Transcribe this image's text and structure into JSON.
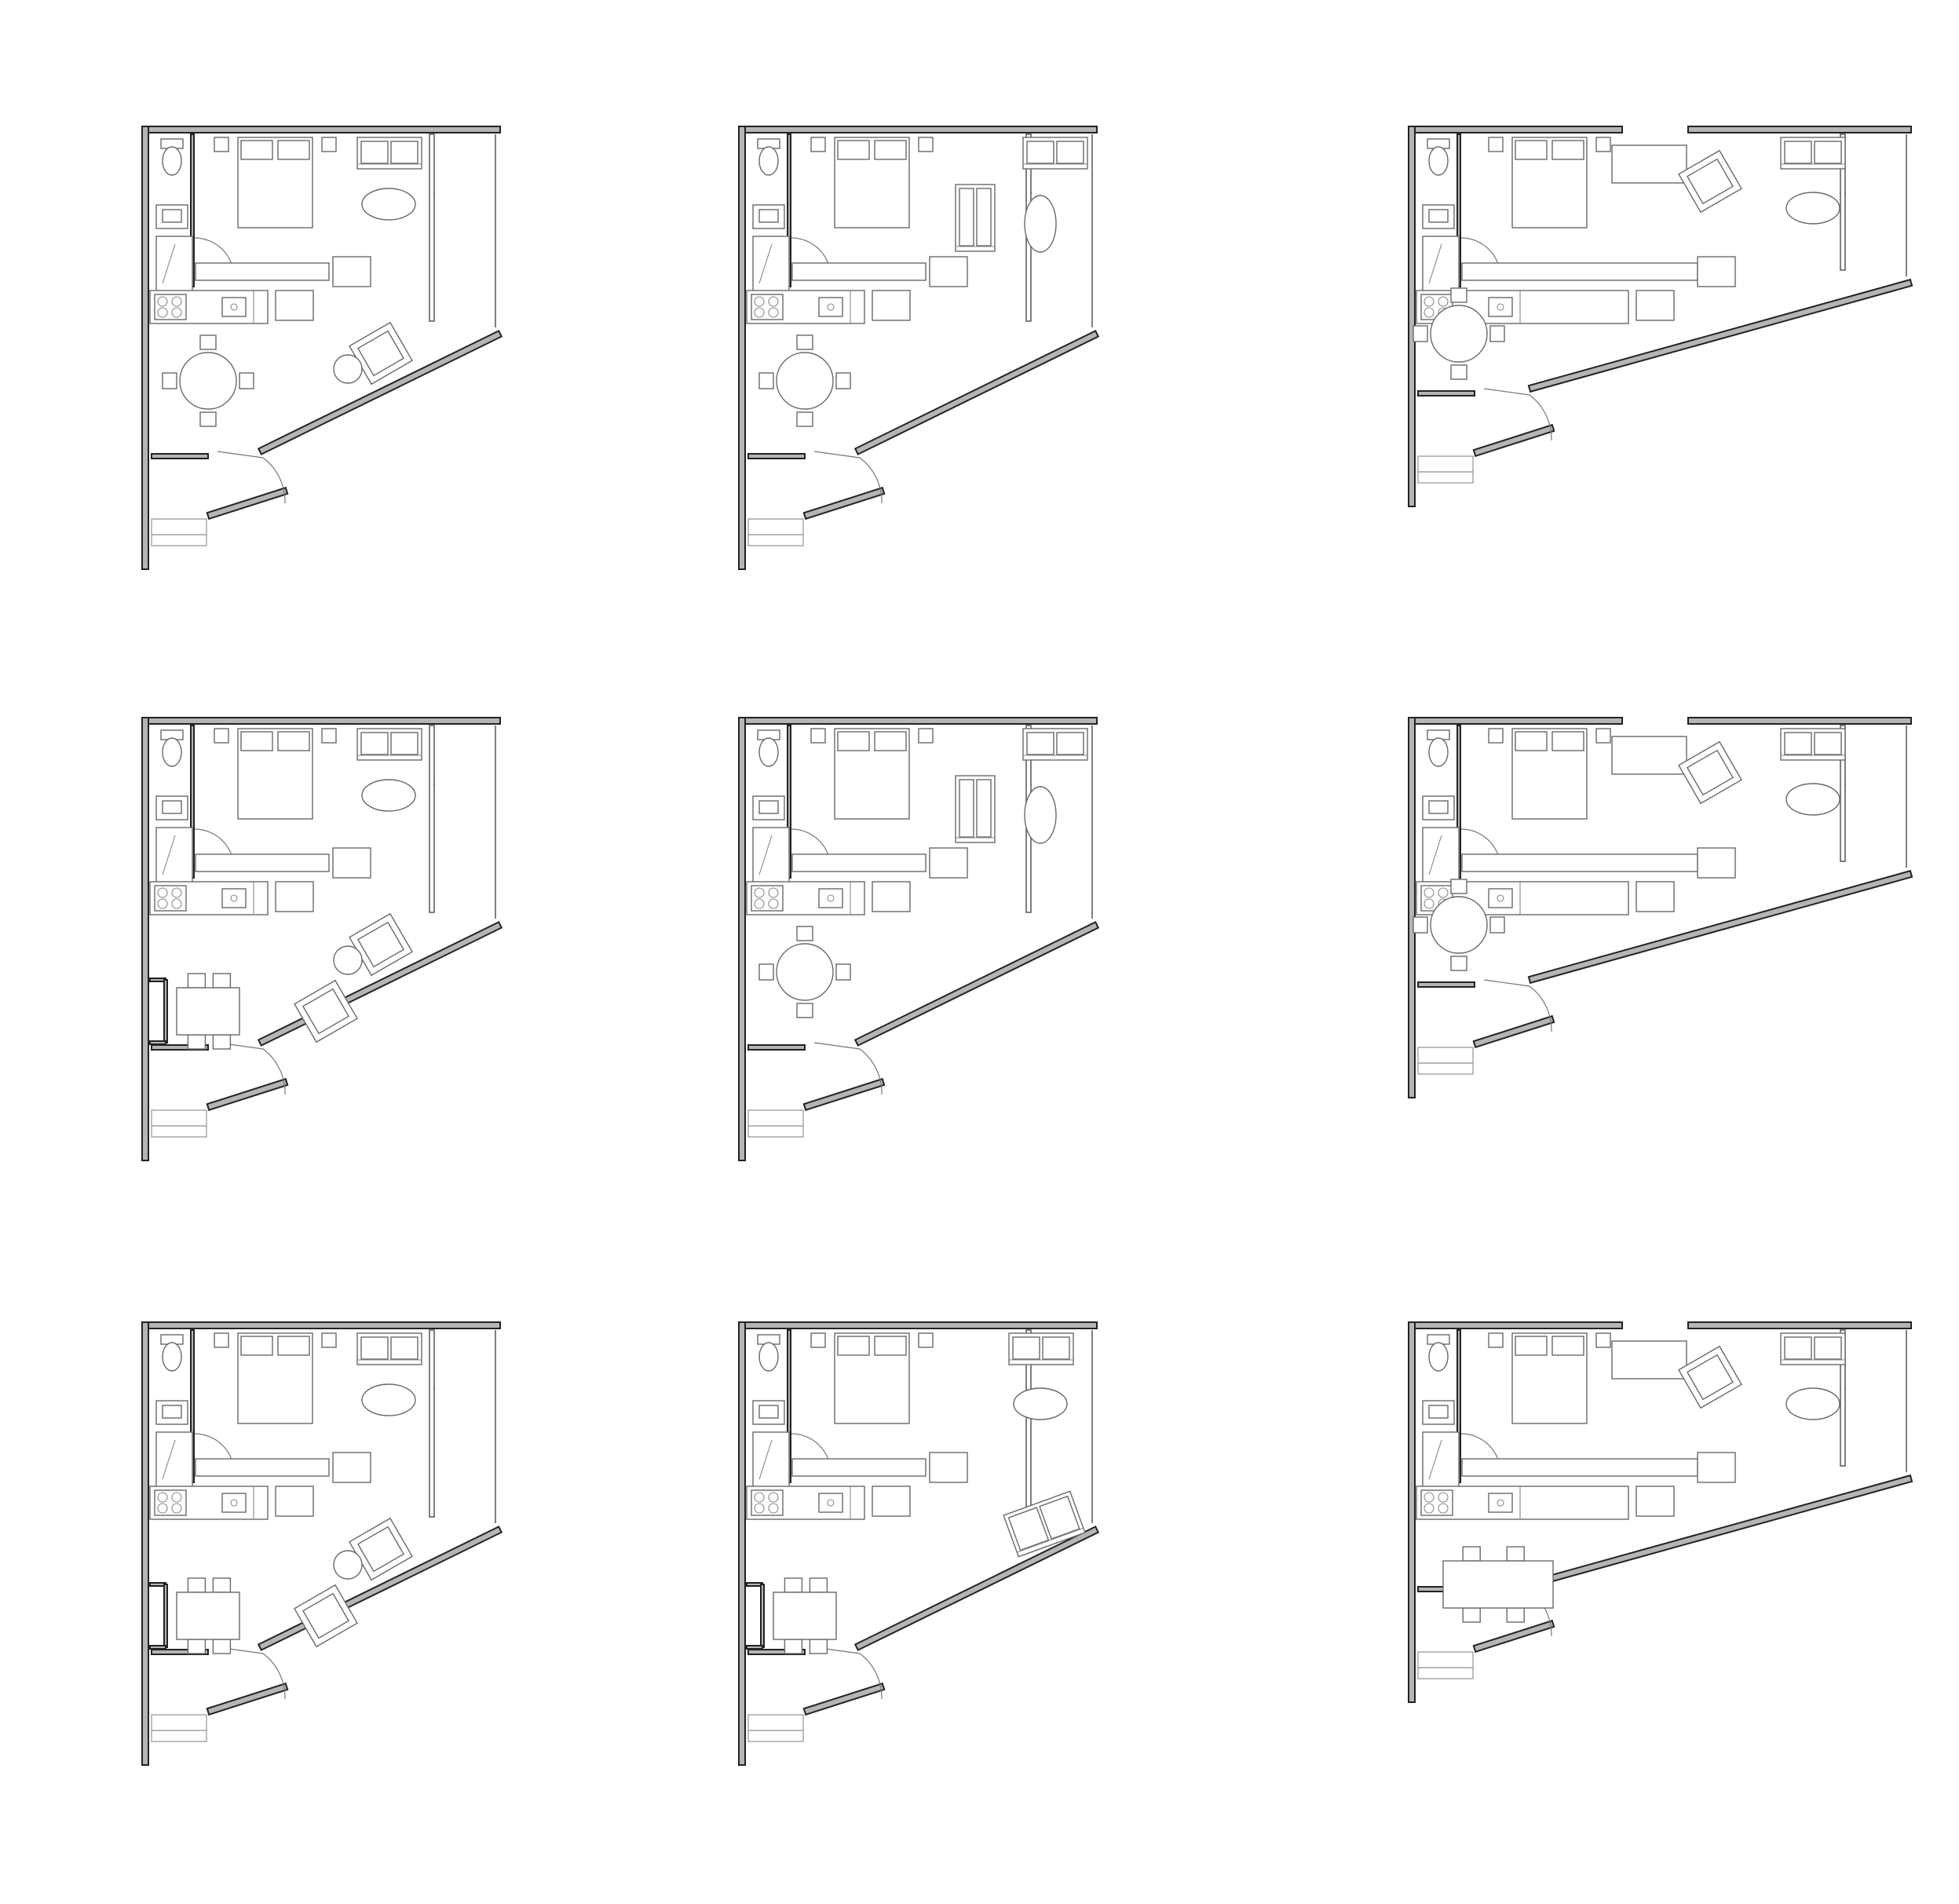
{
  "sheet": {
    "background": "#ffffff",
    "wall_fill": "#b5b5b5",
    "line_color": "#222222"
  },
  "plans": [
    {
      "id": "a1",
      "variant": "triangle",
      "dining": "round",
      "chairs": "single"
    },
    {
      "id": "a2",
      "variant": "triangle",
      "dining": "round",
      "chairs": "sofa"
    },
    {
      "id": "a3",
      "variant": "notch",
      "dining": "round",
      "chairs": "single"
    },
    {
      "id": "b1",
      "variant": "triangle",
      "dining": "rect-bay",
      "chairs": "double"
    },
    {
      "id": "b2",
      "variant": "triangle",
      "dining": "round",
      "chairs": "sofa"
    },
    {
      "id": "b3",
      "variant": "notch",
      "dining": "round",
      "chairs": "single"
    },
    {
      "id": "c1",
      "variant": "triangle",
      "dining": "rect-bay",
      "chairs": "double"
    },
    {
      "id": "c2",
      "variant": "triangle",
      "dining": "rect-bay",
      "chairs": "sofa-angled"
    },
    {
      "id": "c3",
      "variant": "notch",
      "dining": "rect",
      "chairs": "single"
    }
  ]
}
